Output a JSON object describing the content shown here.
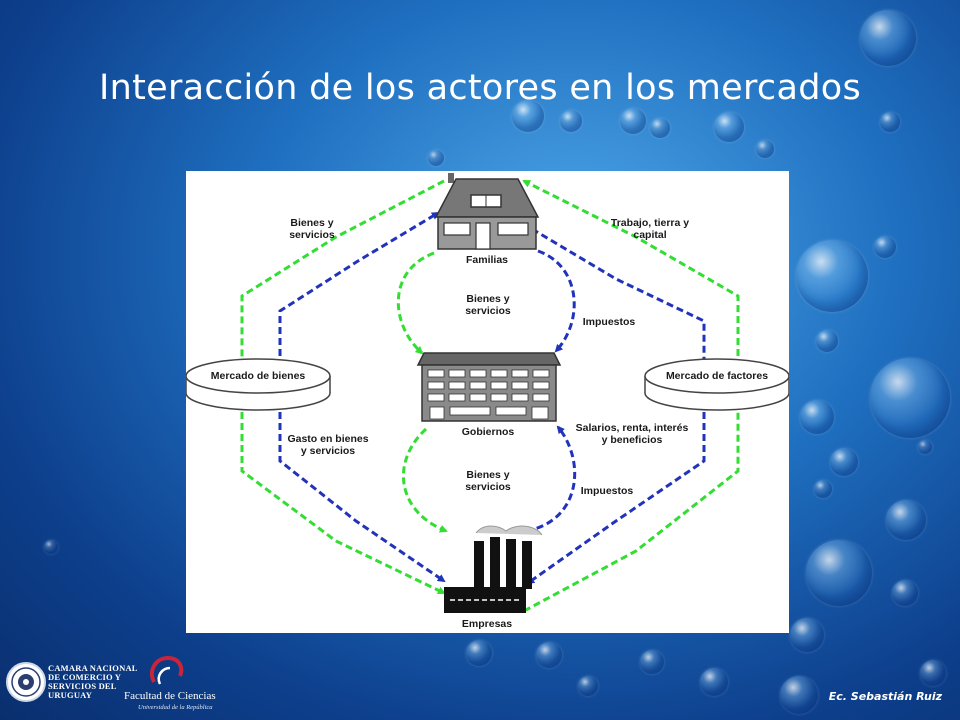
{
  "slide": {
    "title": "Interacción de los actores en los mercados",
    "author": "Ec. Sebastián Ruiz"
  },
  "diagram": {
    "nodes": {
      "familias": "Familias",
      "gobiernos": "Gobiernos",
      "empresas": "Empresas",
      "mercado_bienes": "Mercado de bienes",
      "mercado_factores": "Mercado de factores"
    },
    "flows": {
      "bienes_servicios_familias": "Bienes y\nservicios",
      "trabajo_tierra_capital": "Trabajo, tierra y\ncapital",
      "bienes_servicios_gob_fam": "Bienes y\nservicios",
      "impuestos_familias": "Impuestos",
      "gasto_bienes_servicios": "Gasto en bienes\ny servicios",
      "salarios_renta": "Salarios, renta, interés\ny beneficios",
      "bienes_servicios_gob_emp": "Bienes y\nservicios",
      "impuestos_empresas": "Impuestos"
    },
    "colors": {
      "green": "#33dd33",
      "blue": "#2233bb"
    }
  },
  "footer": {
    "camara": "CAMARA NACIONAL\nDE COMERCIO Y\nSERVICIOS DEL\nURUGUAY",
    "facultad": "Facultad de Ciencias",
    "facultad_sub": "Universidad de la República"
  }
}
